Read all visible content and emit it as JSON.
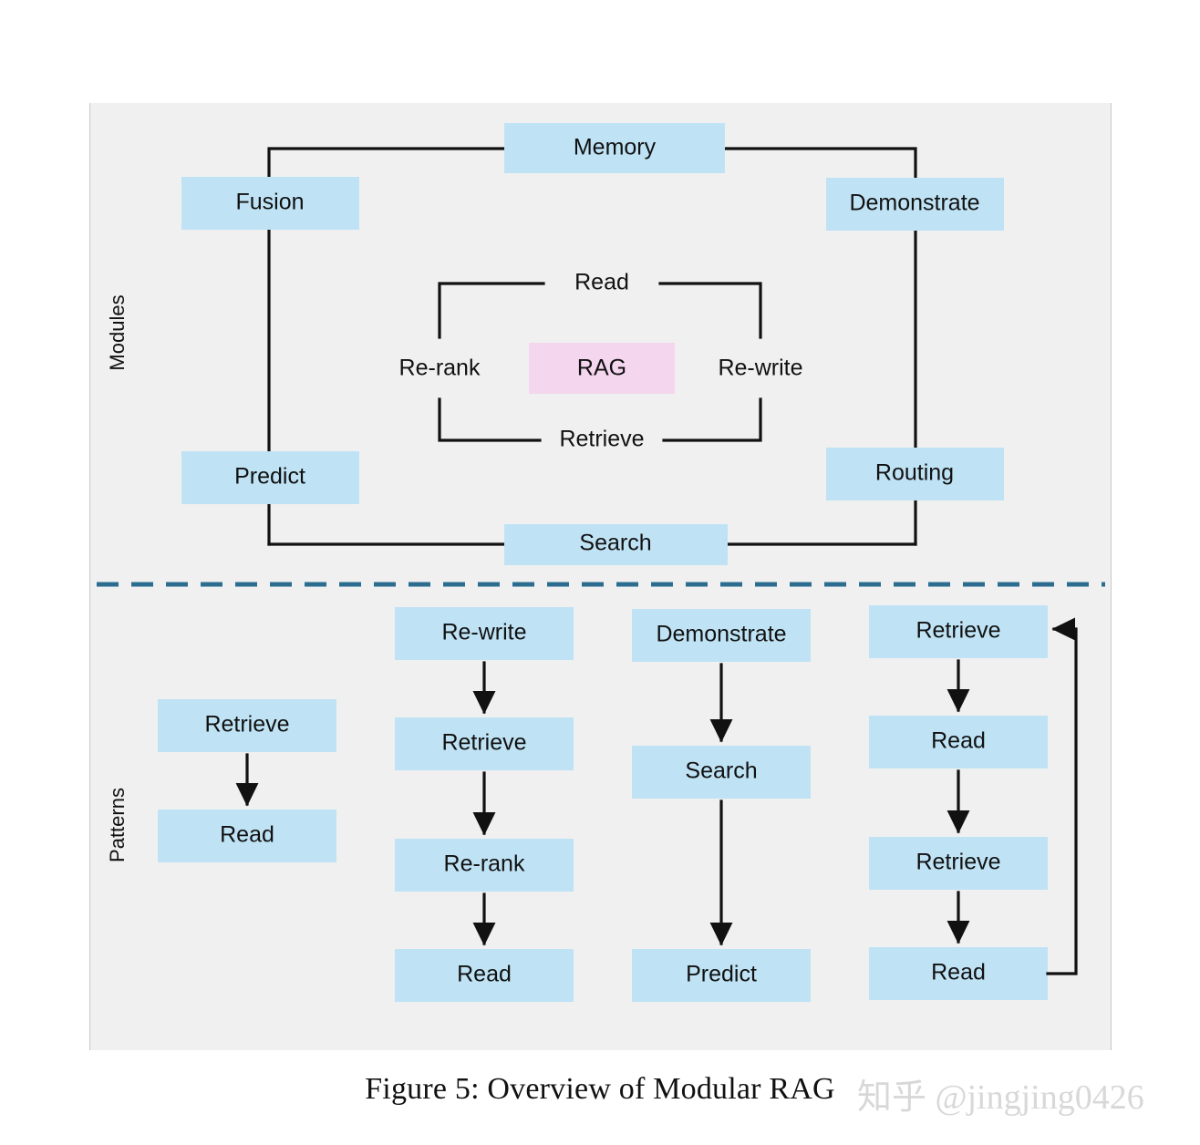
{
  "figure": {
    "caption": "Figure 5: Overview of Modular RAG",
    "watermark": "知乎 @jingjing0426",
    "colors": {
      "canvas_background": "#f0f0f0",
      "node_fill": "#bfe3f5",
      "accent_node_fill": "#f5d6ef",
      "edge": "#111111",
      "divider": "#2c6d8f"
    }
  },
  "sections": {
    "modules": {
      "axis_label": "Modules",
      "center_node": "RAG",
      "ring_nodes": [
        "Read",
        "Re-rank",
        "Re-write",
        "Retrieve"
      ],
      "outer_nodes": [
        "Memory",
        "Fusion",
        "Demonstrate",
        "Predict",
        "Routing",
        "Search"
      ],
      "nodes": {
        "memory": "Memory",
        "fusion": "Fusion",
        "demonstrate": "Demonstrate",
        "predict": "Predict",
        "routing": "Routing",
        "search": "Search",
        "read": "Read",
        "re_rank": "Re-rank",
        "re_write": "Re-write",
        "retrieve": "Retrieve",
        "rag": "RAG"
      }
    },
    "patterns": {
      "axis_label": "Patterns",
      "flows": [
        {
          "id": "flow-1",
          "steps": [
            "Retrieve",
            "Read"
          ],
          "loop": false
        },
        {
          "id": "flow-2",
          "steps": [
            "Re-write",
            "Retrieve",
            "Re-rank",
            "Read"
          ],
          "loop": false
        },
        {
          "id": "flow-3",
          "steps": [
            "Demonstrate",
            "Search",
            "Predict"
          ],
          "loop": false
        },
        {
          "id": "flow-4",
          "steps": [
            "Retrieve",
            "Read",
            "Retrieve",
            "Read"
          ],
          "loop": true
        }
      ]
    }
  }
}
